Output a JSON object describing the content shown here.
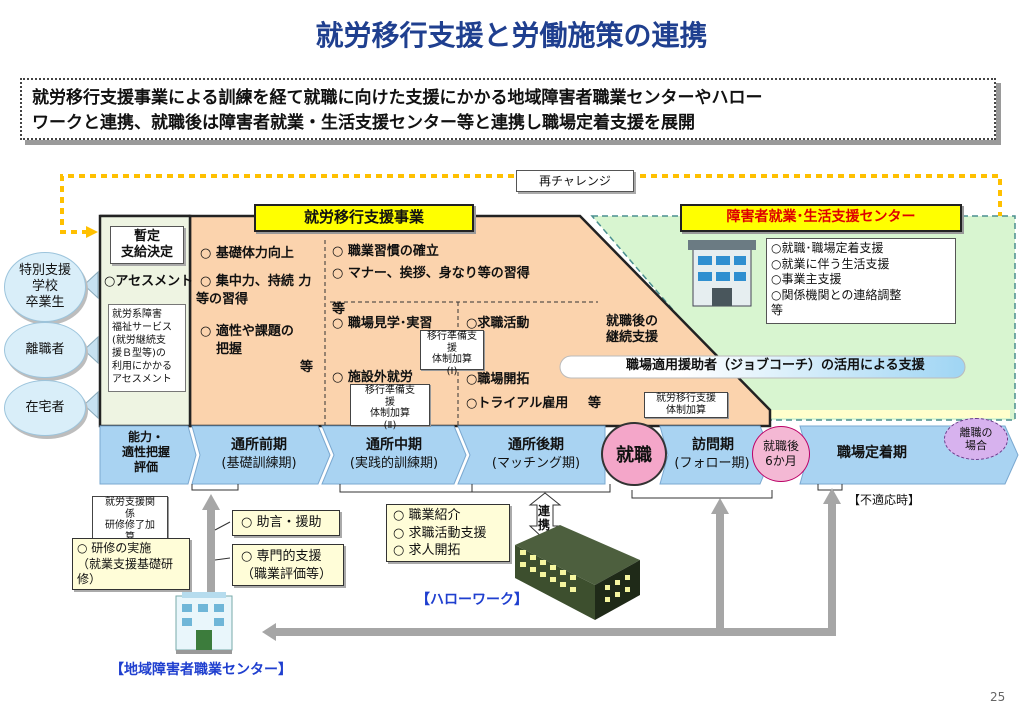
{
  "title": "就労移行支援と労働施策の連携",
  "summary": {
    "line1": "就労移行支援事業による訓練を経て就職に向けた支援にかかる地域障害者職業センターやハロー",
    "line2": "ワークと連携、就職後は障害者就業・生活支援センター等と連携し職場定着支援を展開"
  },
  "rechallenge": "再チャレンジ",
  "sources": [
    "特別支援\n学校\n卒業生",
    "離職者",
    "在宅者"
  ],
  "assessment": {
    "box_line1": "暫定",
    "box_line2": "支給決定",
    "label": "○アセスメント",
    "note": "就労系障害\n福祉サービス\n(就労継続支\n援Ｂ型等)の\n利用にかかる\nアセスメント"
  },
  "ikou_label": "就労移行支援事業",
  "center_label": "障害者就業･生活支援センター",
  "col1": {
    "i1": "○ 基礎体力向上",
    "i2": "○ 集中力、持続 力",
    "i2b": "等の習得",
    "i3": "○ 適性や課題の",
    "i3b": "把握",
    "i3c": "等"
  },
  "col2": {
    "i1": "○ 職業習慣の確立",
    "i2": "○ マナー、挨拶、身なり等の習得",
    "i2b": "等",
    "i3": "○ 職場見学･実習",
    "i4": "○ 施設外就労"
  },
  "col3": {
    "i1": "○求職活動",
    "i2": "○職場開拓",
    "i3": "○トライアル雇用",
    "i3b": "等"
  },
  "shien_taisei1": [
    "移行準備支",
    "援",
    "体制加算",
    "(Ⅰ)"
  ],
  "shien_taisei2": [
    "移行準備支",
    "援",
    "体制加算",
    "(Ⅱ)"
  ],
  "keizoku": "就職後の\n継続支援",
  "jobcoach": "職場適用援助者（ジョブコーチ）の活用による支援",
  "after_shien": [
    "就労移行支援",
    "体制加算"
  ],
  "center_items": [
    "○就職･職場定着支援",
    "○就業に伴う生活支援",
    "○事業主支援",
    "○関係機関との連絡調整",
    "等"
  ],
  "rishoku_bubble": "離職の\n場合",
  "steps": {
    "s0": "能力・\n適性把握\n評価",
    "s1a": "通所前期",
    "s1b": "(基礎訓練期)",
    "s2a": "通所中期",
    "s2b": "(実践的訓練期)",
    "s3a": "通所後期",
    "s3b": "(マッチング期)",
    "shushoku": "就職",
    "s4a": "訪問期",
    "s4b": "(フォロー期)",
    "sixmonth": "就職後\n6か月",
    "s5": "職場定着期"
  },
  "futekiou": "【不適応時】",
  "kankei_callout": [
    "就労支援関",
    "係",
    "研修修了加",
    "算"
  ],
  "kenshu": "○ 研修の実施\n（就業支援基礎研\n修）",
  "jogen": "○ 助言・援助",
  "senmon": "○ 専門的支援\n（職業評価等）",
  "hw_items": [
    "○ 職業紹介",
    "○ 求職活動支援",
    "○ 求人開拓"
  ],
  "renkei": "連\n携",
  "hellowork": "【ハローワーク】",
  "chiiki": "【地域障害者職業センター】",
  "page_number": "25",
  "colors": {
    "title": "#1f3f8f",
    "orange": "#fbd3ad",
    "green": "#d8f5d0",
    "yellow": "#ffffcc",
    "blue_bar": "#a9d3f2",
    "pink": "#f4a6c9",
    "purple": "#d7b2ee"
  }
}
